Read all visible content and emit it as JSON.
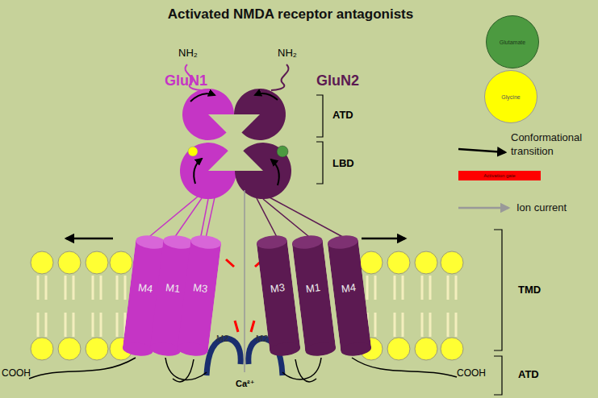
{
  "diagram": {
    "title": "Activated NMDA receptor antagonists",
    "nodes": [
      {
        "text": [
          "M4"
        ]
      },
      {
        "text": [
          "M1"
        ]
      },
      {
        "text": [
          "M3"
        ]
      },
      {
        "text": [
          "M3"
        ]
      },
      {
        "text": [
          "M1"
        ]
      },
      {
        "text": [
          "M4"
        ]
      }
    ],
    "labels": [
      "NH₂",
      "NH₂",
      "GluN1",
      "GluN2",
      "ATD",
      "LBD",
      "TMD",
      "ATD",
      "M2",
      "M2",
      "Ca²⁺",
      "COOH",
      "COOH"
    ],
    "legend": [
      {
        "text": "Glutamate",
        "color": "#4c9a40"
      },
      {
        "text": "Glycine",
        "color": "#ffff00"
      },
      {
        "text": "Conformational transition"
      },
      {
        "text": "Activation gate",
        "color": "#ff0000"
      },
      {
        "text": "Ion current"
      }
    ]
  }
}
